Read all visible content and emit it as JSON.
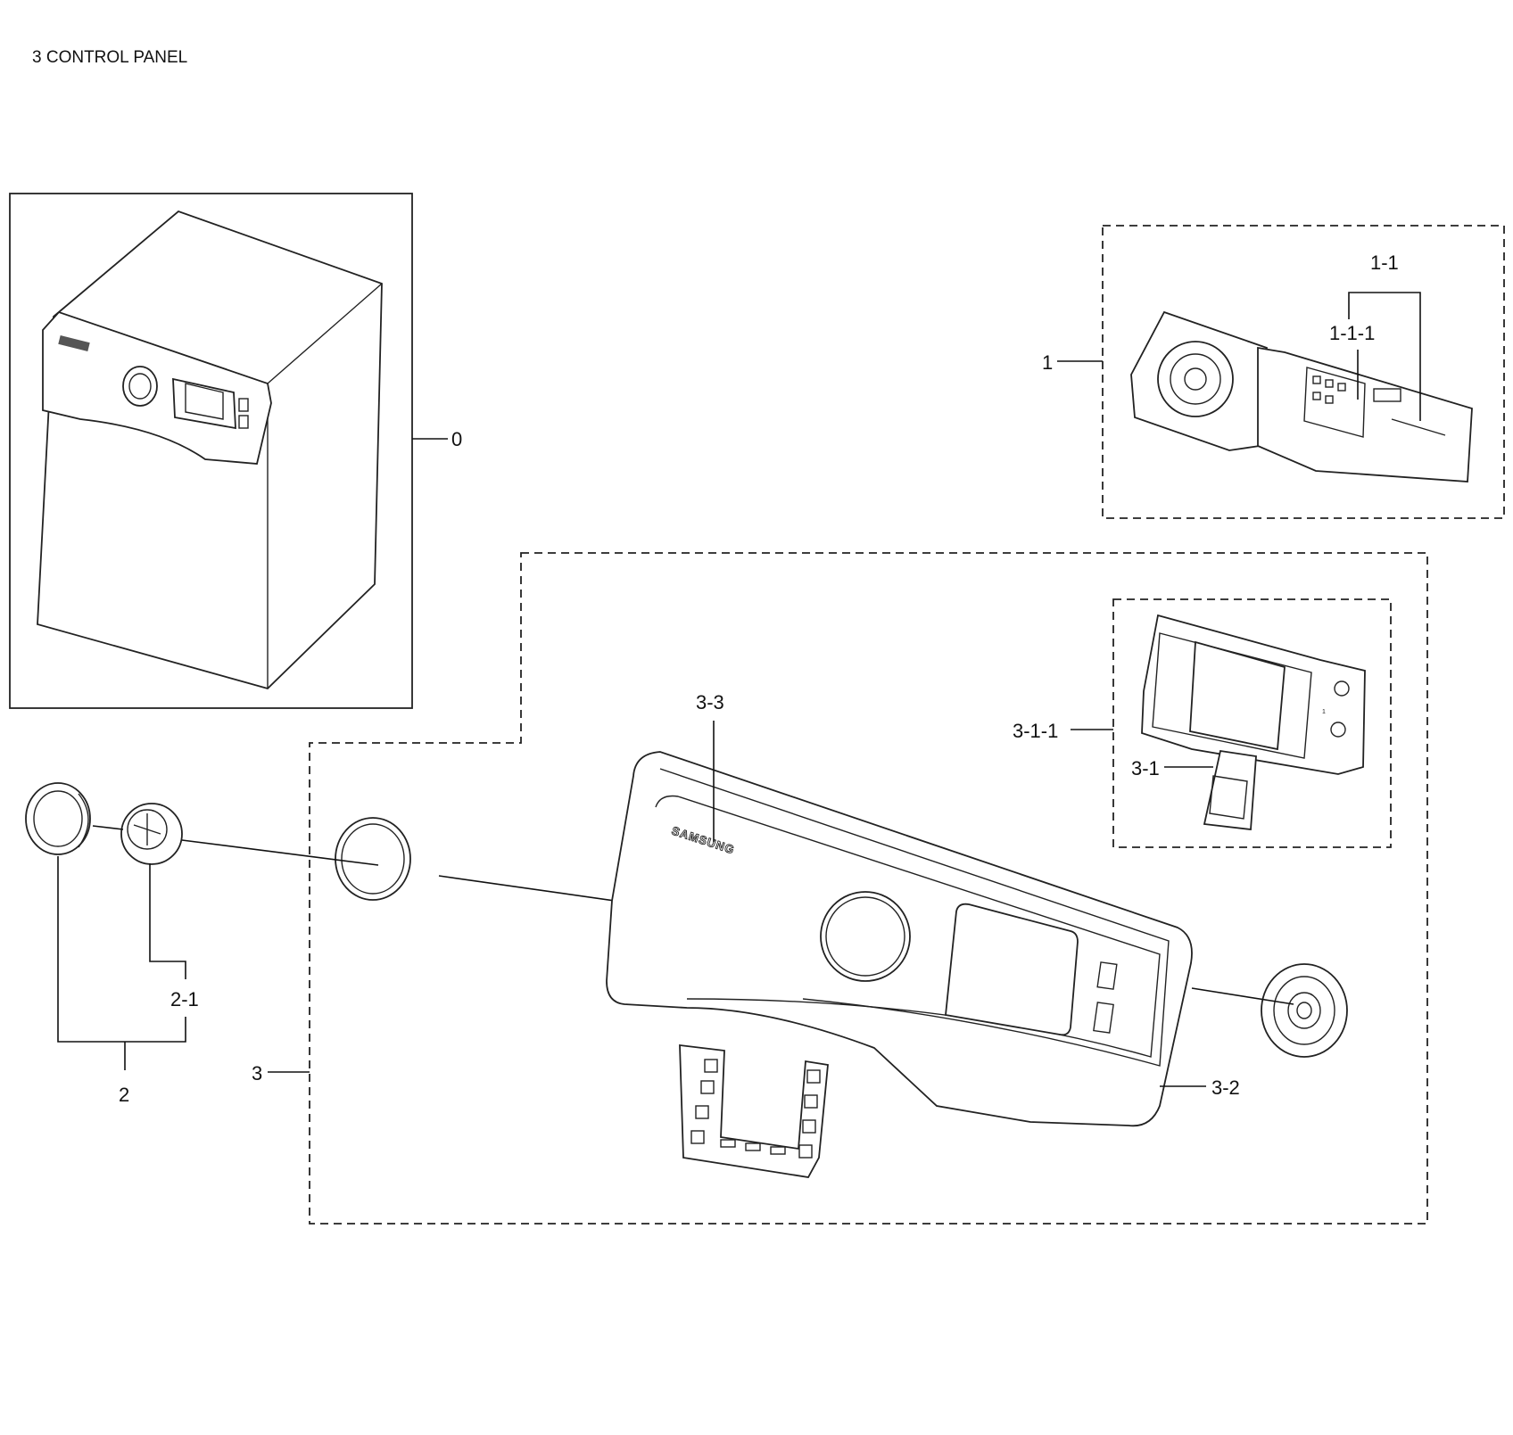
{
  "title": "3 CONTROL PANEL",
  "brand_text": "SAMSUNG",
  "labels": {
    "p0": "0",
    "p1": "1",
    "p1_1": "1-1",
    "p1_1_1": "1-1-1",
    "p2": "2",
    "p2_1": "2-1",
    "p3": "3",
    "p3_1": "3-1",
    "p3_1_1": "3-1-1",
    "p3_2": "3-2",
    "p3_3": "3-3"
  }
}
